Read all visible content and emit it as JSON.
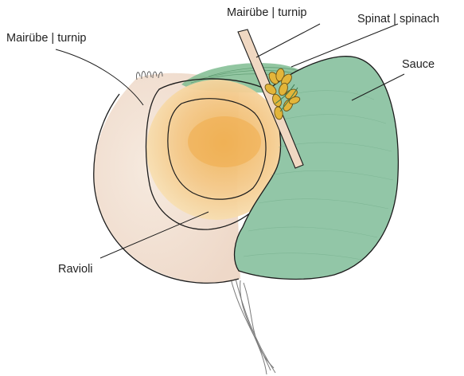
{
  "labels": {
    "turnip_left": "Mairübe | turnip",
    "turnip_top": "Mairübe | turnip",
    "spinach": "Spinat | spinach",
    "sauce": "Sauce",
    "ravioli": "Ravioli"
  },
  "colors": {
    "turnip_body": "#f1e3d8",
    "ravioli_outer": "#f7dfae",
    "ravioli_inner": "#f2bf70",
    "sauce": "#8fc3a5",
    "spinach_leaf": "#7bb98d",
    "turnip_stick": "#efd6bf",
    "cress": "#e2b83c",
    "outline": "#2a2a2a"
  }
}
